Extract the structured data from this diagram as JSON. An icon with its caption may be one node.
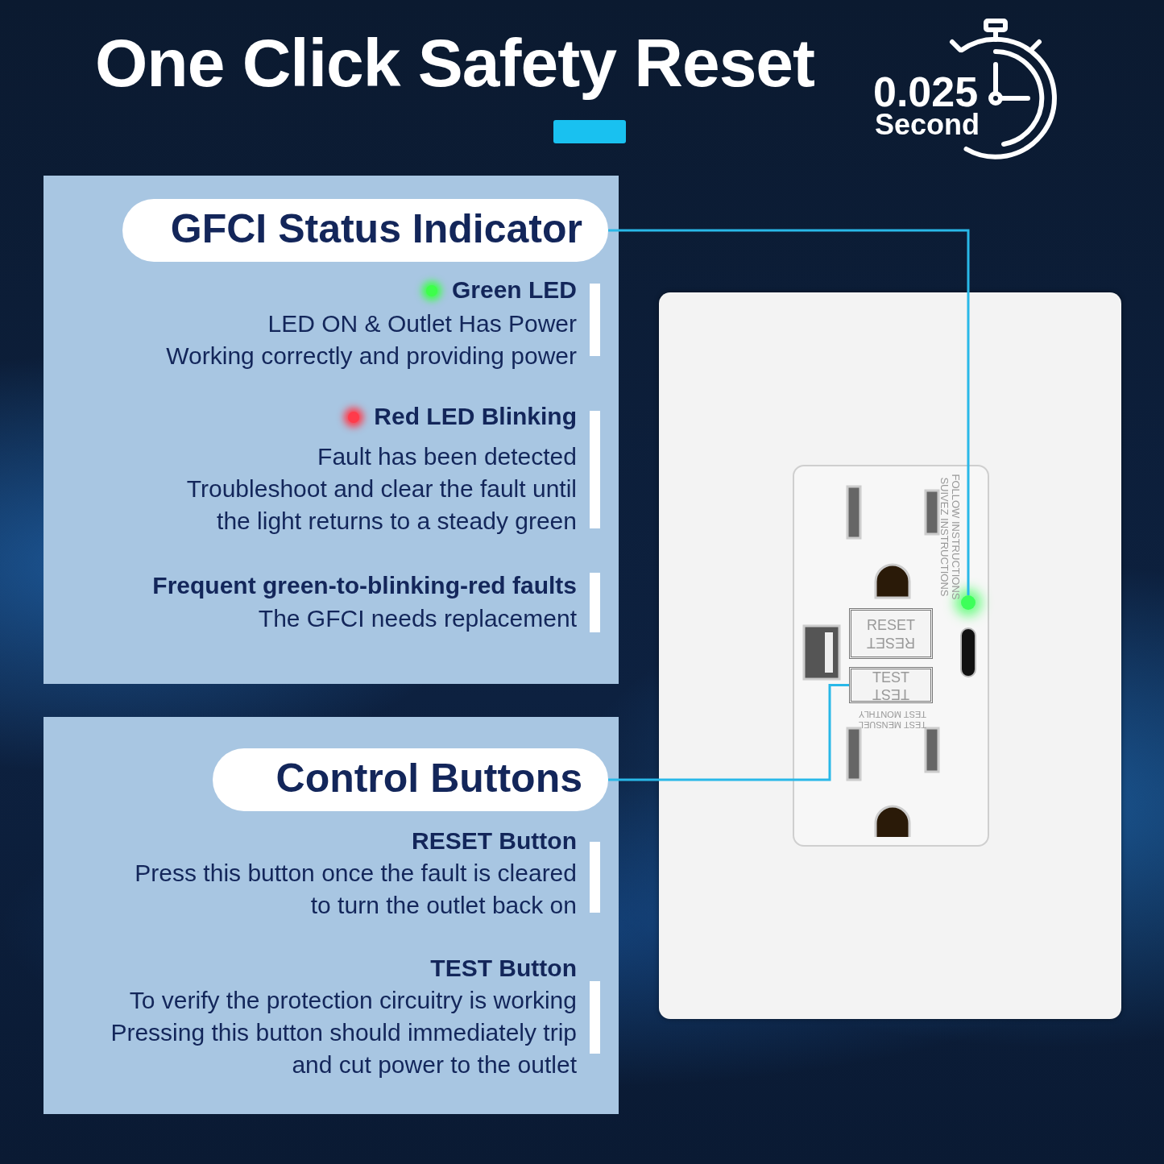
{
  "diagram": {
    "title": "One Click Safety Reset",
    "nodes": [
      {
        "text": [
          "Green LED",
          "LED ON & Outlet Has Power",
          "Working correctly and providing power",
          "Red LED Blinking",
          "Fault has been detected",
          "Troubleshoot and clear the fault until the light returns to a steady green",
          "Frequent green-to-blinking-red faults",
          "The GFCI needs replacement"
        ]
      },
      {
        "text": [
          "GFCI Status Indicator"
        ],
        "in": 0
      },
      {
        "text": [
          "RESET Button",
          "Press this button once the fault is cleared to turn the outlet back on",
          "TEST Button",
          "To verify the protection circuitry is working",
          "Pressing this button should immediately trip and cut power to the outlet"
        ]
      },
      {
        "text": [
          "Control Buttons"
        ],
        "in": 2
      },
      {
        "text": [],
        "shape": "box"
      },
      {
        "text": [],
        "shape": "box",
        "in": 4
      },
      {
        "text": [
          "RESET",
          "RESET"
        ],
        "in": 5
      },
      {
        "text": [
          "TEST",
          "TEST"
        ],
        "in": 5
      },
      {
        "text": [],
        "shape": "circle",
        "in": 5
      },
      {
        "text": [],
        "shape": "bar"
      }
    ],
    "edges": [
      {
        "from": 1,
        "to": 8,
        "arrow": "none"
      },
      {
        "from": 3,
        "to": 7,
        "arrow": "none"
      }
    ],
    "labels": [
      "0.025",
      "Second",
      "FOLLOW INSTRUCTIONS",
      "SUIVEZ INSTRUCTIONS",
      "TEST MONTHLY",
      "TEST MENSUEL"
    ]
  }
}
